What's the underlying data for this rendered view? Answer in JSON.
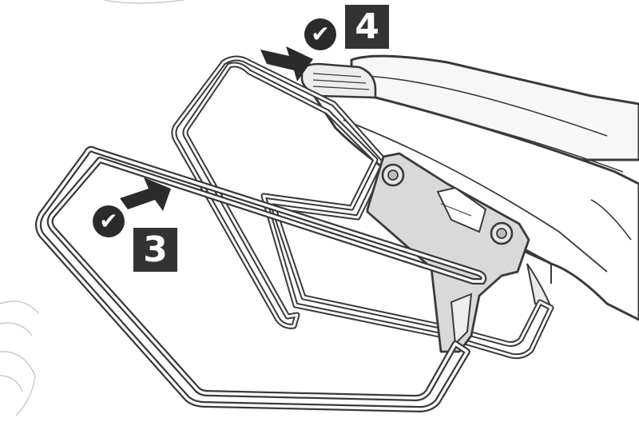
{
  "steps": [
    {
      "number": "4",
      "status": "done",
      "check_glyph": "✔",
      "icon": "checkmark-icon"
    },
    {
      "number": "3",
      "status": "done",
      "check_glyph": "✔",
      "icon": "checkmark-icon"
    }
  ],
  "colors": {
    "line": "#3a3a3a",
    "frame_fill": "#ffffff",
    "bike_fill": "#f5f5f5",
    "plate_fill": "#d6d6d6",
    "badge_bg": "#333333",
    "arrow_fill": "#2b2b2b"
  },
  "icons": [
    "push-arrow-icon",
    "checkmark-icon",
    "bolt-icon"
  ]
}
